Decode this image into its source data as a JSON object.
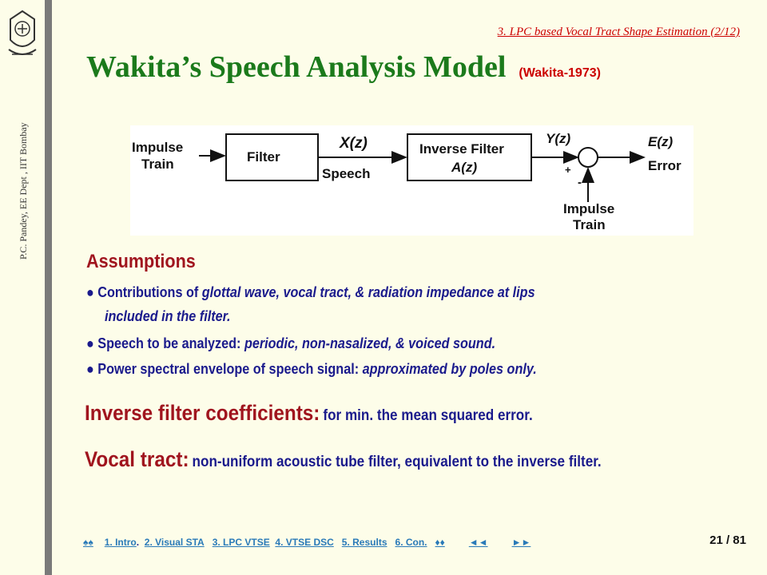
{
  "sidebar": {
    "author_text": "P.C. Pandey, EE Dept , IIT Bombay"
  },
  "header": {
    "section_link": "3. LPC based Vocal Tract Shape Estimation (2/12)",
    "title": "Wakita’s Speech Analysis Model",
    "title_ref": "(Wakita-1973)"
  },
  "diagram": {
    "input_label_1": "Impulse",
    "input_label_2": "Train",
    "filter_label": "Filter",
    "x_label": "X(z)",
    "speech_label": "Speech",
    "inverse_filter_label": "Inverse Filter",
    "a_label": "A(z)",
    "y_label": "Y(z)",
    "e_label": "E(z)",
    "error_label": "Error",
    "plus_label": "+",
    "minus_label": "-",
    "bottom_label_1": "Impulse",
    "bottom_label_2": "Train"
  },
  "assumptions": {
    "heading": "Assumptions",
    "b1_plain": "● Contributions of ",
    "b1_italic": "glottal wave, vocal tract, & radiation impedance at lips",
    "b1_cont": "included in the filter.",
    "b2_plain": "● Speech to be analyzed: ",
    "b2_italic": "periodic, non-nasalized, & voiced sound.",
    "b3_plain": "● Power spectral envelope of speech signal: ",
    "b3_italic": "approximated by poles only."
  },
  "inverse": {
    "head": "Inverse filter coefficients:",
    "tail": "for min. the mean squared error."
  },
  "vocal": {
    "head": "Vocal tract:",
    "tail": "non-uniform acoustic tube filter, equivalent to the inverse filter."
  },
  "nav": {
    "up_icon": "♠♠",
    "intro": "1. Intro",
    "visual_sta": "2. Visual STA",
    "lpc_vtse": "3. LPC VTSE",
    "vtse_dsc": "4. VTSE DSC",
    "results": "5. Results",
    "con": "6. Con.",
    "down_icon": "♦♦",
    "prev_icon": "◄◄",
    "next_icon": "►►"
  },
  "page_number": "21 / 81",
  "colors": {
    "background": "#fdfde9",
    "title_green": "#1b7a1b",
    "heading_red": "#a0141e",
    "body_blue": "#1a1a8c",
    "link_blue": "#2a7ab8"
  }
}
